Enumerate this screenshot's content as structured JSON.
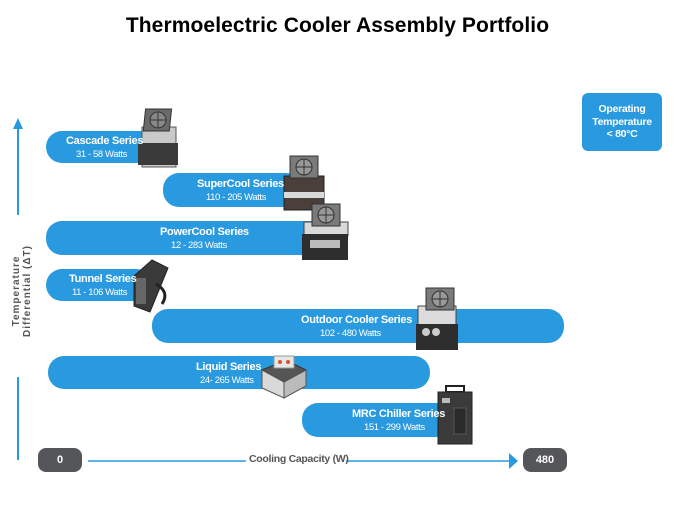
{
  "title": "Thermoelectric Cooler Assembly Portfolio",
  "operating_temperature": {
    "line1": "Operating",
    "line2": "Temperature",
    "line3": "< 80°C"
  },
  "y_axis": {
    "label_line1": "Temperature",
    "label_line2": "Differential (ΔT)"
  },
  "x_axis": {
    "label": "Cooling Capacity (W)",
    "min_label": "0",
    "max_label": "480"
  },
  "colors": {
    "bar": "#2a9ae0",
    "pill": "#555659",
    "axis": "#2a9ae0"
  },
  "series": [
    {
      "name": "Cascade Series",
      "range": "31 - 58 Watts"
    },
    {
      "name": "SuperCool Series",
      "range": "110 - 205 Watts"
    },
    {
      "name": "PowerCool Series",
      "range": "12 - 283 Watts"
    },
    {
      "name": "Tunnel Series",
      "range": "11 - 106 Watts"
    },
    {
      "name": "Outdoor Cooler Series",
      "range": "102 - 480 Watts"
    },
    {
      "name": "Liquid Series",
      "range": "24- 265 Watts"
    },
    {
      "name": "MRC Chiller Series",
      "range": "151 - 299 Watts"
    }
  ]
}
